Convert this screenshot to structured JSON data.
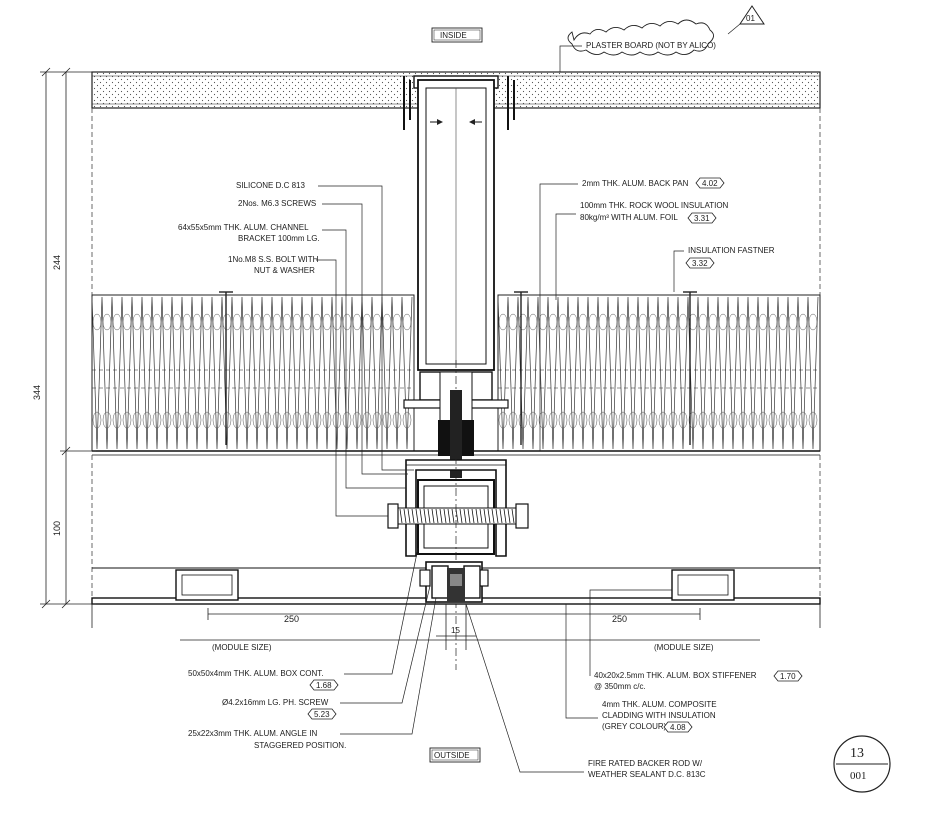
{
  "drawing": {
    "inside_tag": "INSIDE",
    "outside_tag": "OUTSIDE",
    "revision": "01",
    "sheet": {
      "top": "13",
      "bottom": "001"
    }
  },
  "dimensions": {
    "overall": "344",
    "upper": "244",
    "lower": "100",
    "module_left": "250",
    "module_right": "250",
    "joint": "15",
    "module_label_left": "(MODULE SIZE)",
    "module_label_right": "(MODULE SIZE)"
  },
  "callouts": {
    "plaster": "PLASTER BOARD (NOT BY ALICO)",
    "silicone": "SILICONE D.C 813",
    "screws": "2Nos. M6.3 SCREWS",
    "channel_1": "64x55x5mm THK. ALUM. CHANNEL",
    "channel_2": "BRACKET 100mm LG.",
    "bolt_1": "1No.M8 S.S. BOLT WITH",
    "bolt_2": "NUT & WASHER",
    "backpan": "2mm THK. ALUM. BACK PAN",
    "backpan_ref": "4.02",
    "rockwool_1": "100mm THK. ROCK WOOL INSULATION",
    "rockwool_2": "80kg/m³ WITH ALUM. FOIL",
    "rockwool_ref": "3.31",
    "fastener": "INSULATION FASTNER",
    "fastener_ref": "3.32",
    "boxcont": "50x50x4mm THK. ALUM. BOX CONT.",
    "boxcont_ref": "1.68",
    "phscrew": "Ø4.2x16mm LG. PH. SCREW",
    "phscrew_ref": "5.23",
    "angle_1": "25x22x3mm THK. ALUM. ANGLE IN",
    "angle_2": "STAGGERED POSITION.",
    "stiffener_1": "40x20x2.5mm THK. ALUM. BOX STIFFENER",
    "stiffener_ref": "1.70",
    "stiffener_2": "@ 350mm c/c.",
    "composite_1": "4mm THK. ALUM. COMPOSITE",
    "composite_2": "CLADDING WITH INSULATION",
    "composite_3": "(GREY COLOUR)",
    "composite_ref": "4.08",
    "backer_1": "FIRE RATED BACKER ROD W/",
    "backer_2": "WEATHER SEALANT D.C. 813C"
  }
}
